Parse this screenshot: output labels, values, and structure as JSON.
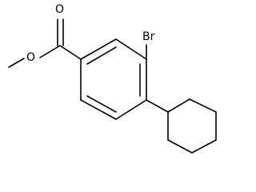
{
  "molecule": {
    "atoms": {
      "carbonyl_oxygen": "O",
      "ester_oxygen": "O",
      "bromine": "Br"
    }
  },
  "colors": {
    "bond": "#000000",
    "background": "#ffffff"
  }
}
